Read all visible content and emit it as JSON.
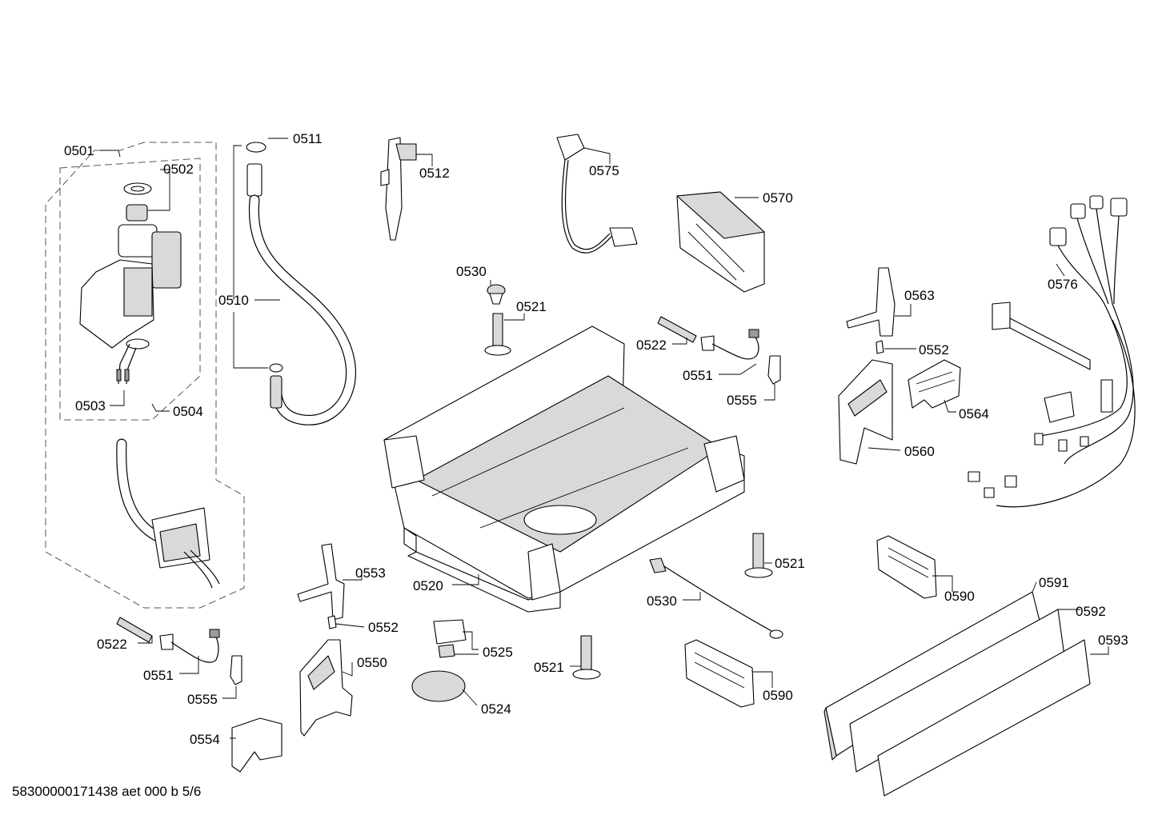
{
  "labels": {
    "p0501": "0501",
    "p0502": "0502",
    "p0503": "0503",
    "p0504": "0504",
    "p0510": "0510",
    "p0511": "0511",
    "p0512": "0512",
    "p0575": "0575",
    "p0570": "0570",
    "p0530_top": "0530",
    "p0521_top": "0521",
    "p0522_top": "0522",
    "p0551_top": "0551",
    "p0555_top": "0555",
    "p0563": "0563",
    "p0552_right": "0552",
    "p0564": "0564",
    "p0560": "0560",
    "p0576": "0576",
    "p0520": "0520",
    "p0553": "0553",
    "p0552_left": "0552",
    "p0550": "0550",
    "p0522_bottom": "0522",
    "p0551_bottom": "0551",
    "p0555_bottom": "0555",
    "p0554": "0554",
    "p0525": "0525",
    "p0524": "0524",
    "p0521_mid": "0521",
    "p0521_bottom": "0521",
    "p0530_bottom": "0530",
    "p0590_top": "0590",
    "p0590_bottom": "0590",
    "p0591": "0591",
    "p0592": "0592",
    "p0593": "0593"
  },
  "footer": "58300000171438 aet 000 b 5/6"
}
